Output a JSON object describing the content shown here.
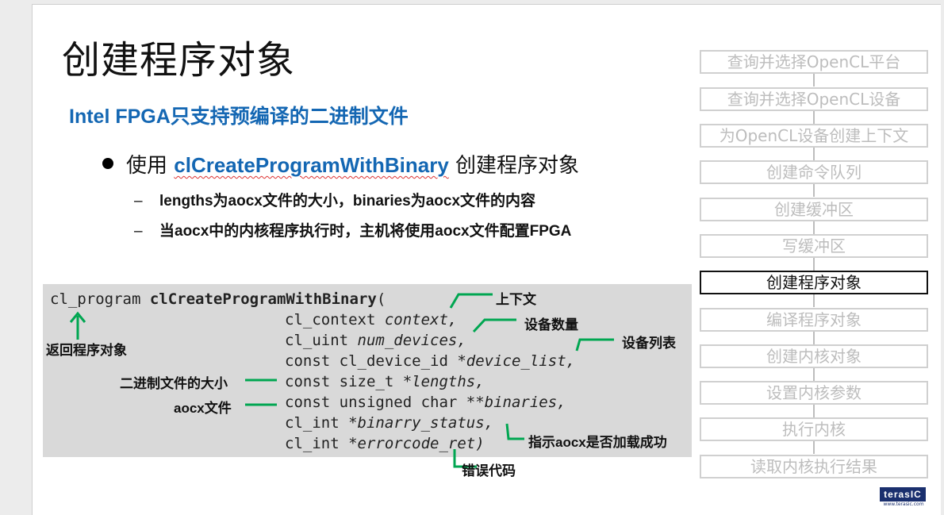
{
  "slide": {
    "title": "创建程序对象",
    "subtitle": "Intel FPGA只支持预编译的二进制文件",
    "bullet": {
      "prefix": "使用 ",
      "function_name": "clCreateProgramWithBinary",
      "suffix": " 创建程序对象"
    },
    "subbullets": [
      {
        "dash": "–",
        "text": "lengths为aocx文件的大小，binaries为aocx文件的内容"
      },
      {
        "dash": "–",
        "text": "当aocx中的内核程序执行时，主机将使用aocx文件配置FPGA"
      }
    ]
  },
  "code": {
    "return_type": "cl_program",
    "function": "clCreateProgramWithBinary",
    "open_paren": "(",
    "params": [
      {
        "type": "cl_context",
        "name": "context,",
        "mod": ""
      },
      {
        "type": "cl_uint",
        "name": "num_devices,",
        "mod": ""
      },
      {
        "type": "const cl_device_id",
        "name": "*device_list,",
        "mod": ""
      },
      {
        "type": "const size_t",
        "name": "*lengths,",
        "mod": ""
      },
      {
        "type": "const unsigned char",
        "name": "**binaries,",
        "mod": ""
      },
      {
        "type": "cl_int",
        "name": "*binarry_status,",
        "mod": ""
      },
      {
        "type": "cl_int",
        "name": "*errorcode_ret)",
        "mod": ""
      }
    ]
  },
  "annotations": {
    "return_value": "返回程序对象",
    "context": "上下文",
    "num_devices": "设备数量",
    "device_list": "设备列表",
    "lengths": "二进制文件的大小",
    "binaries": "aocx文件",
    "binary_status": "指示aocx是否加载成功",
    "errcode": "错误代码",
    "arrow_color": "#00a651"
  },
  "flow": {
    "steps": [
      "查询并选择OpenCL平台",
      "查询并选择OpenCL设备",
      "为OpenCL设备创建上下文",
      "创建命令队列",
      "创建缓冲区",
      "写缓冲区",
      "创建程序对象",
      "编译程序对象",
      "创建内核对象",
      "设置内核参数",
      "执行内核",
      "读取内核执行结果"
    ],
    "active_index": 6
  },
  "logo": {
    "text": "terasIC",
    "url": "www.terasic.com"
  }
}
